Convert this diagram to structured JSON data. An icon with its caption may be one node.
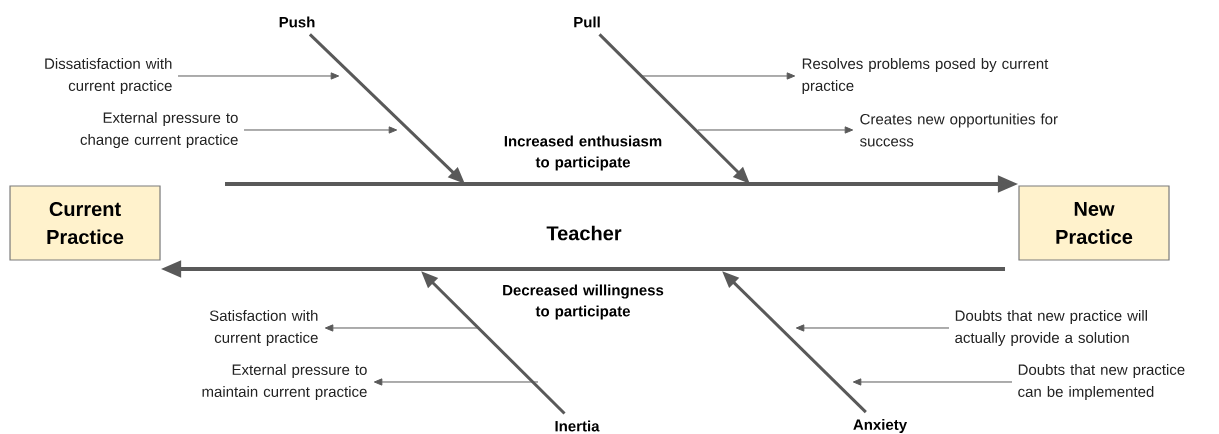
{
  "diagram": {
    "nodes": [
      {
        "text": [
          "Current Practice"
        ]
      },
      {
        "text": [
          "New Practice"
        ]
      },
      {
        "text": [
          "Push"
        ]
      },
      {
        "text": [
          "Pull"
        ]
      },
      {
        "text": [
          "Inertia"
        ]
      },
      {
        "text": [
          "Anxiety"
        ]
      },
      {
        "text": [
          "Dissatisfaction with current practice"
        ]
      },
      {
        "text": [
          "External pressure to change current practice"
        ]
      },
      {
        "text": [
          "Resolves problems posed by current practice"
        ]
      },
      {
        "text": [
          "Creates new opportunities for success"
        ]
      },
      {
        "text": [
          "Satisfaction with current practice"
        ]
      },
      {
        "text": [
          "External pressure to maintain current practice"
        ]
      },
      {
        "text": [
          "Doubts that new practice will actually provide a solution"
        ]
      },
      {
        "text": [
          "Doubts that new practice can be implemented"
        ]
      }
    ],
    "edges": [
      {
        "from": null,
        "to": 1,
        "arrow": "to",
        "style": "thick"
      },
      {
        "from": null,
        "to": 0,
        "arrow": "to",
        "style": "thick"
      },
      {
        "from": 2,
        "to": null,
        "arrow": "to",
        "style": "thick"
      },
      {
        "from": 3,
        "to": null,
        "arrow": "to",
        "style": "thick"
      },
      {
        "from": 4,
        "to": null,
        "arrow": "to",
        "style": "thick"
      },
      {
        "from": 5,
        "to": null,
        "arrow": "to",
        "style": "thick"
      },
      {
        "from": 6,
        "to": null,
        "arrow": "to"
      },
      {
        "from": 7,
        "to": null,
        "arrow": "to"
      },
      {
        "from": null,
        "to": 8,
        "arrow": "to"
      },
      {
        "from": null,
        "to": 9,
        "arrow": "to"
      },
      {
        "from": null,
        "to": 10,
        "arrow": "to"
      },
      {
        "from": null,
        "to": 11,
        "arrow": "to"
      },
      {
        "from": 12,
        "to": null,
        "arrow": "to"
      },
      {
        "from": 13,
        "to": null,
        "arrow": "to"
      }
    ],
    "labels": [
      "Increased enthusiasm to participate",
      "Teacher",
      "Decreased willingness to participate"
    ]
  }
}
